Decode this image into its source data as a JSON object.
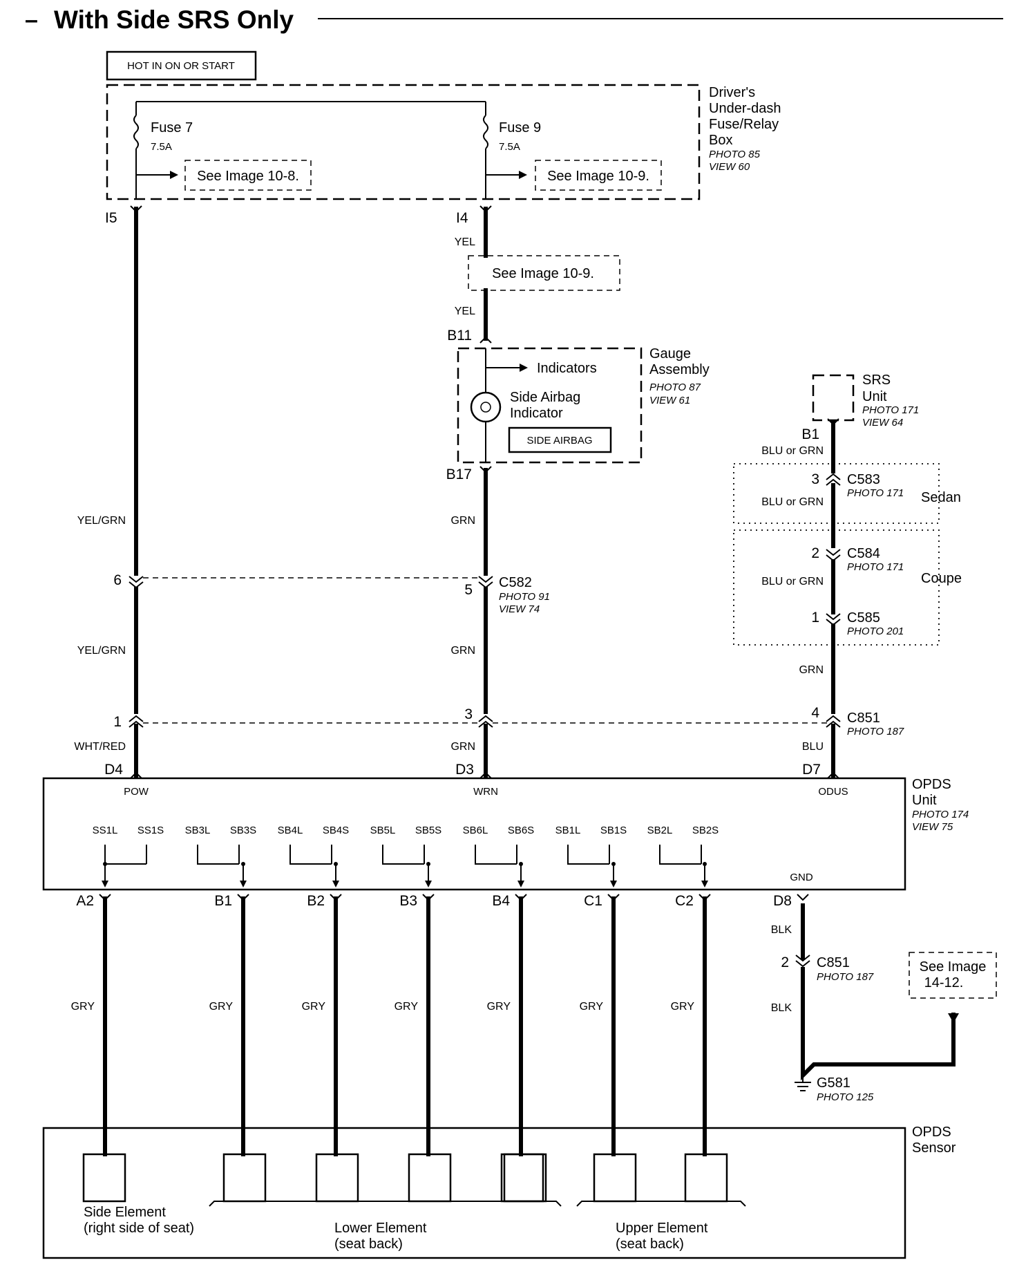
{
  "header": {
    "title": "With Side SRS Only",
    "dash": "–"
  },
  "hot_box": "HOT IN ON OR START",
  "fuse_box": {
    "name": [
      "Driver's",
      "Under-dash",
      "Fuse/Relay",
      "Box"
    ],
    "photo": "PHOTO 85",
    "view": "VIEW 60"
  },
  "fuses": [
    {
      "name": "Fuse 7",
      "rating": "7.5A",
      "ref": "See Image 10-8.",
      "pin": "I5"
    },
    {
      "name": "Fuse 9",
      "rating": "7.5A",
      "ref": "See Image 10-9.",
      "pin": "I4"
    }
  ],
  "mid_ref": "See Image 10-9.",
  "gauge": {
    "name": [
      "Gauge",
      "Assembly"
    ],
    "photo": "PHOTO 87",
    "view": "VIEW 61",
    "indicators": "Indicators",
    "airbag": [
      "Side Airbag",
      "Indicator"
    ],
    "badge": "SIDE AIRBAG",
    "pin_in": "B11",
    "pin_out": "B17"
  },
  "srs": {
    "name": [
      "SRS",
      "Unit"
    ],
    "photo": "PHOTO 171",
    "view": "VIEW 64",
    "pin": "B1"
  },
  "connectors": [
    {
      "id": "C583",
      "photo": "PHOTO 171",
      "pin": "3"
    },
    {
      "id": "C584",
      "photo": "PHOTO 171",
      "pin": "2"
    },
    {
      "id": "C585",
      "photo": "PHOTO 201",
      "pin": "1"
    },
    {
      "id": "C582",
      "photo": "PHOTO 91",
      "view": "VIEW 74"
    },
    {
      "id": "C851",
      "photo": "PHOTO 187"
    },
    {
      "id": "C851",
      "photo": "PHOTO 187",
      "pin": "2"
    }
  ],
  "variants": {
    "sedan": "Sedan",
    "coupe": "Coupe"
  },
  "c582_pins": [
    "6",
    "5"
  ],
  "c851_pins": [
    "1",
    "3",
    "4"
  ],
  "wire_colors": {
    "yel": "YEL",
    "grn": "GRN",
    "yelgrn": "YEL/GRN",
    "whtred": "WHT/RED",
    "bluorgrn": "BLU or GRN",
    "blu": "BLU",
    "blk": "BLK",
    "gry": "GRY"
  },
  "opds_unit": {
    "name": [
      "OPDS",
      "Unit"
    ],
    "photo": "PHOTO 174",
    "view": "VIEW 75",
    "top_pins": [
      {
        "pin": "D4",
        "label": "POW"
      },
      {
        "pin": "D3",
        "label": "WRN"
      },
      {
        "pin": "D7",
        "label": "ODUS"
      }
    ],
    "channels": [
      "SS1L",
      "SS1S",
      "SB3L",
      "SB3S",
      "SB4L",
      "SB4S",
      "SB5L",
      "SB5S",
      "SB6L",
      "SB6S",
      "SB1L",
      "SB1S",
      "SB2L",
      "SB2S"
    ],
    "gnd": "GND",
    "bottom_pins": [
      "A2",
      "B1",
      "B2",
      "B3",
      "B4",
      "C1",
      "C2",
      "D8"
    ]
  },
  "ground": {
    "id": "G581",
    "photo": "PHOTO 125",
    "ref": [
      "See Image",
      "14-12."
    ]
  },
  "sensor": {
    "name": [
      "OPDS",
      "Sensor"
    ],
    "side": [
      "Side Element",
      "(right side of seat)"
    ],
    "lower": [
      "Lower Element",
      "(seat back)"
    ],
    "upper": [
      "Upper Element",
      "(seat back)"
    ]
  }
}
